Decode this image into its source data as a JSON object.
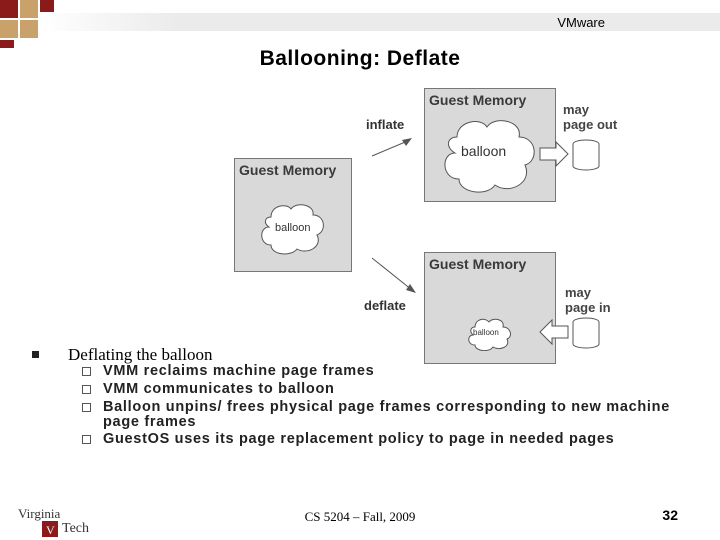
{
  "header": {
    "org": "VMware"
  },
  "slide": {
    "title": "Ballooning: Deflate"
  },
  "figure": {
    "center_box": {
      "label": "Guest Memory",
      "balloon": "balloon"
    },
    "top_box": {
      "label": "Guest Memory",
      "balloon": "balloon"
    },
    "bottom_box": {
      "label": "Guest Memory",
      "balloon": "balloon"
    },
    "inflate_label": "inflate",
    "deflate_label": "deflate",
    "top_note": [
      "may",
      "page out"
    ],
    "bottom_note": [
      "may",
      "page in"
    ]
  },
  "bullets": {
    "main": "Deflating the balloon",
    "sub": [
      "VMM reclaims machine page frames",
      "VMM communicates to balloon",
      "Balloon unpins/ frees physical page frames corresponding to new machine page frames",
      "GuestOS uses its page replacement policy to page in needed pages"
    ]
  },
  "footer": {
    "course": "CS 5204 – Fall, 2009",
    "page": "32",
    "logo": "Virginia Tech"
  },
  "colors": {
    "memory_box": "#d9d9d9",
    "header_bar": "#ebebeb",
    "accent": "#8b1a1a",
    "accent_light": "#c9a26b"
  }
}
